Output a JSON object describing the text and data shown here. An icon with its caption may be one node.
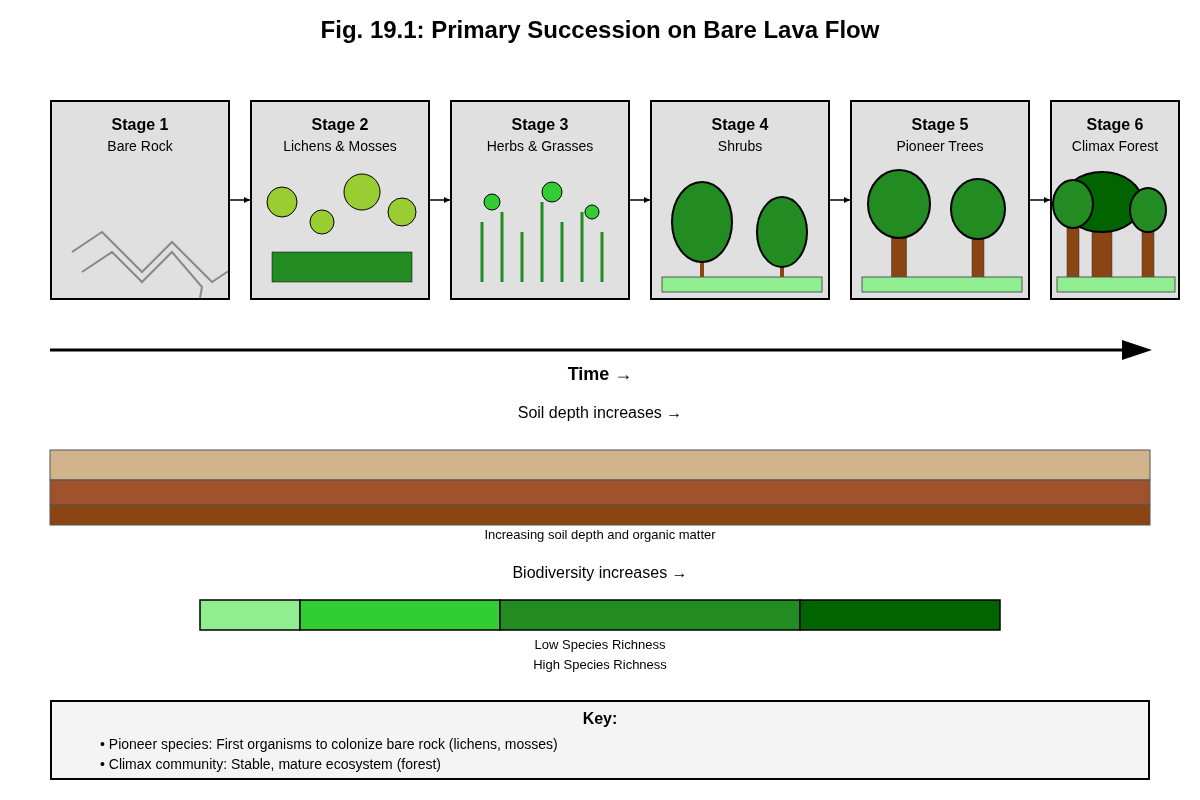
{
  "diagram": {
    "title": "Fig. 19.1: Primary Succession on Bare Lava Flow",
    "nodes": [
      {
        "text": [
          "Stage 1",
          "Bare Rock"
        ]
      },
      {
        "text": [
          "Stage 2",
          "Lichens & Mosses"
        ]
      },
      {
        "text": [
          "Stage 3",
          "Herbs & Grasses"
        ]
      },
      {
        "text": [
          "Stage 4",
          "Shrubs"
        ]
      },
      {
        "text": [
          "Stage 5",
          "Pioneer Trees"
        ]
      },
      {
        "text": [
          "Stage 6",
          "Climax Forest"
        ]
      },
      {
        "text": [
          "Key:",
          "• Pioneer species: First organisms to colonize bare rock (lichens, mosses)",
          "• Climax community: Stable, mature ecosystem (forest)"
        ]
      }
    ],
    "edges": [
      {
        "from": 0,
        "to": 1,
        "arrow": "to"
      },
      {
        "from": 1,
        "to": 2,
        "arrow": "to"
      },
      {
        "from": 2,
        "to": 3,
        "arrow": "to"
      },
      {
        "from": 3,
        "to": 4,
        "arrow": "to"
      },
      {
        "from": 4,
        "to": 5,
        "arrow": "to"
      }
    ],
    "labels": [
      "Time →",
      "Soil depth increases →",
      "Increasing soil depth and organic matter",
      "Biodiversity increases →",
      "Low Species Richness",
      "High Species Richness"
    ]
  }
}
